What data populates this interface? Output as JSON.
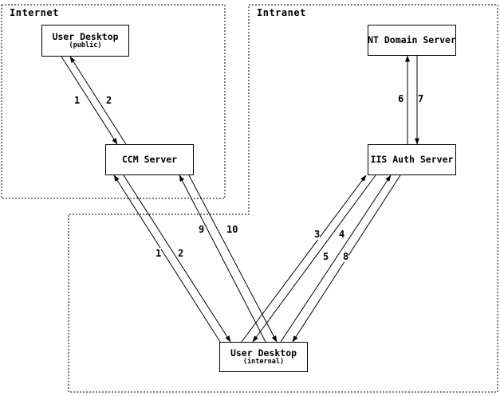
{
  "diagram": {
    "background_color": "#ffffff",
    "line_color": "#000000",
    "type": "network-auth-flow-diagram"
  },
  "zones": {
    "internet": {
      "label": "Internet"
    },
    "intranet": {
      "label": "Intranet"
    }
  },
  "nodes": {
    "user_desktop_public": {
      "title": "User Desktop",
      "subtitle": "(public)"
    },
    "ccm_server": {
      "title": "CCM Server"
    },
    "nt_domain_server": {
      "title": "NT Domain Server"
    },
    "iis_auth_server": {
      "title": "IIS Auth Server"
    },
    "user_desktop_internal": {
      "title": "User Desktop",
      "subtitle": "(internal)"
    }
  },
  "flow_labels": {
    "public_step_1": "1",
    "public_step_2": "2",
    "internal_step_1": "1",
    "internal_step_2": "2",
    "step_3": "3",
    "step_4": "4",
    "step_5": "5",
    "step_6": "6",
    "step_7": "7",
    "step_8": "8",
    "step_9": "9",
    "step_10": "10"
  }
}
